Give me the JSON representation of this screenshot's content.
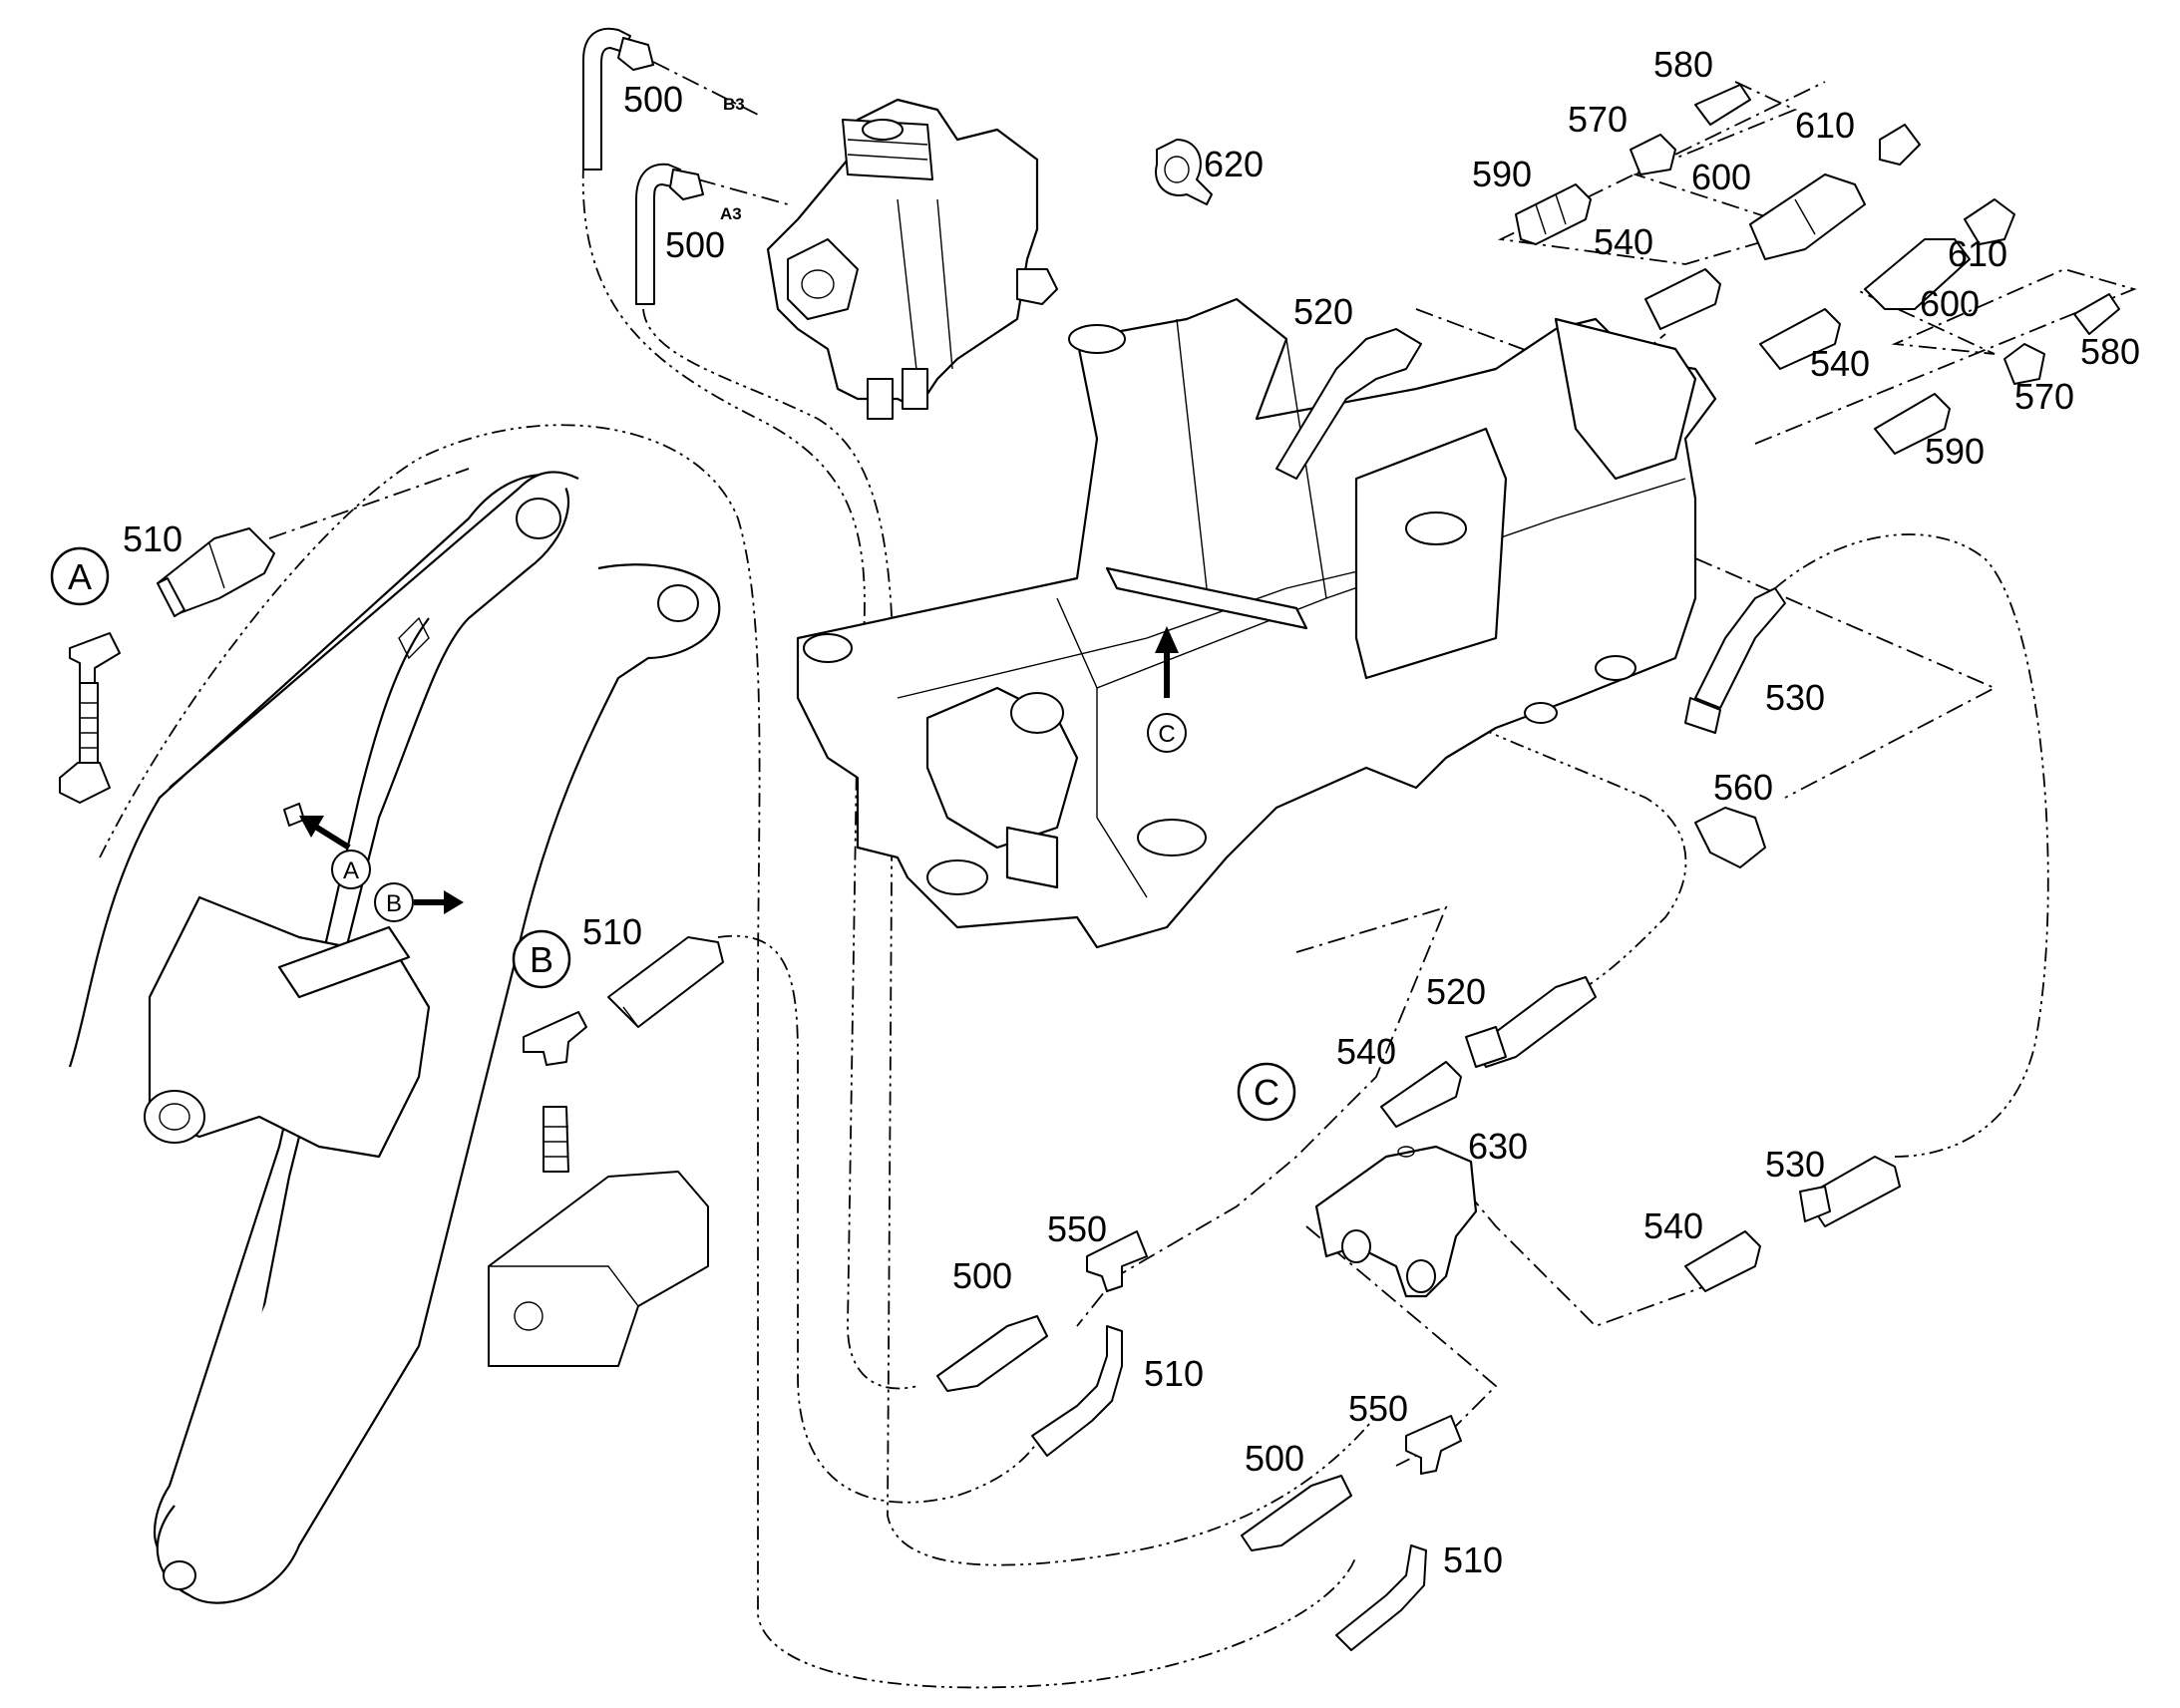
{
  "labels": {
    "p500a": "500",
    "p500b": "500",
    "p500c": "500",
    "p500d": "500",
    "pB3": "B3",
    "pA3": "A3",
    "p510a": "510",
    "p510b": "510",
    "p510c": "510",
    "p510d": "510",
    "p520a": "520",
    "p520b": "520",
    "p530a": "530",
    "p530b": "530",
    "p540a": "540",
    "p540b": "540",
    "p540c": "540",
    "p540d": "540",
    "p550a": "550",
    "p550b": "550",
    "p560": "560",
    "p570a": "570",
    "p570b": "570",
    "p580a": "580",
    "p580b": "580",
    "p590a": "590",
    "p590b": "590",
    "p600a": "600",
    "p600b": "600",
    "p610a": "610",
    "p610b": "610",
    "p620": "620",
    "p630": "630"
  },
  "callouts": {
    "detailA": "A",
    "detailB": "B",
    "detailC": "C",
    "arrowA": "A",
    "arrowB": "B",
    "arrowC": "C"
  }
}
